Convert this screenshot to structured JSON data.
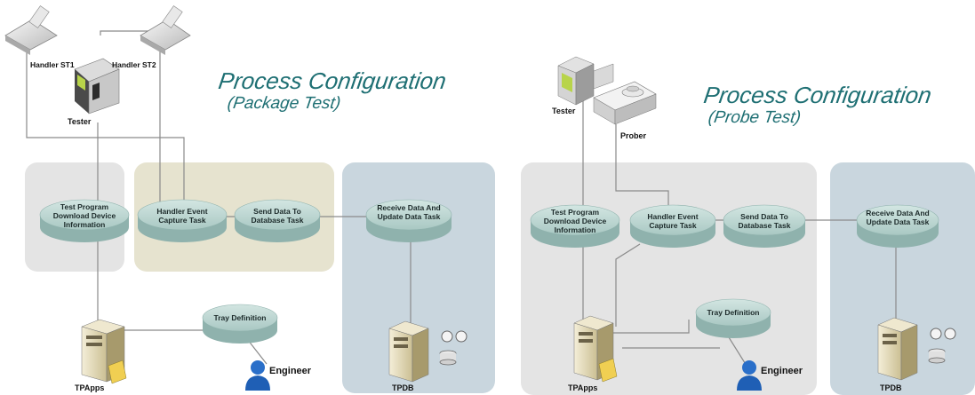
{
  "left_panel": {
    "title": "Process Configuration",
    "subtitle": "(Package Test)",
    "handler_st1": "Handler ST1",
    "handler_st2": "Handler ST2",
    "tester": "Tester",
    "disc_download": "Test Program Download Device Information",
    "disc_capture": "Handler Event Capture Task",
    "disc_send": "Send Data To Database Task",
    "disc_receive": "Receive Data And Update Data Task",
    "disc_tray": "Tray Definition",
    "tpapps": "TPApps",
    "tpdb": "TPDB",
    "engineer": "Engineer"
  },
  "right_panel": {
    "title": "Process Configuration",
    "subtitle": "(Probe Test)",
    "tester": "Tester",
    "prober": "Prober",
    "disc_download": "Test Program Download Device Information",
    "disc_capture": "Handler Event Capture Task",
    "disc_send": "Send Data To Database Task",
    "disc_receive": "Receive Data And Update Data Task",
    "disc_tray": "Tray Definition",
    "tpapps": "TPApps",
    "tpdb": "TPDB",
    "engineer": "Engineer"
  },
  "colors": {
    "title": "#1e6f73",
    "zone_gray": "#e4e4e4",
    "zone_tan": "#e6e3cf",
    "zone_blue": "#c9d6de",
    "disc_top": "#b9d3cf",
    "disc_side": "#8fb2ad",
    "line": "#8a8a8a"
  }
}
